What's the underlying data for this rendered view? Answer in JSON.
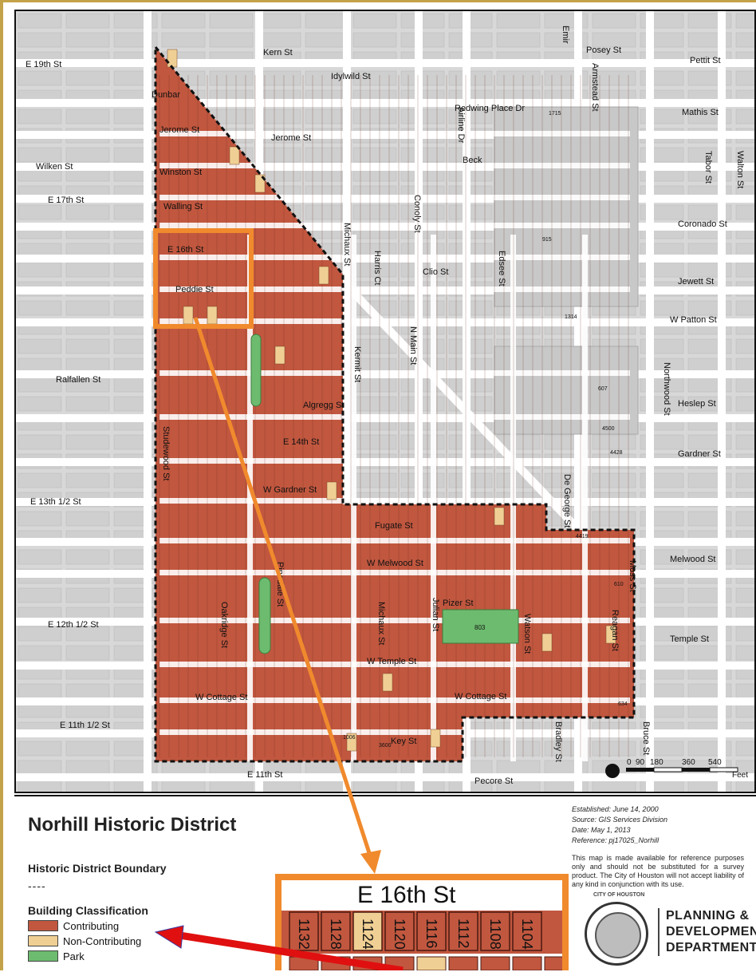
{
  "title": "Norhill Historic District",
  "legend": {
    "boundary_heading": "Historic District Boundary",
    "boundary_symbol": "----",
    "classification_heading": "Building Classification",
    "items": [
      {
        "label": "Contributing",
        "color": "#c1573f"
      },
      {
        "label": "Non-Contributing",
        "color": "#f0cf94"
      },
      {
        "label": "Park",
        "color": "#6dbb6f"
      }
    ]
  },
  "notes": {
    "established": "Established: June 14, 2000",
    "source": "Source: GIS Services Division",
    "date": "Date: May 1, 2013",
    "reference": "Reference: pj17025_Norhill",
    "disclaimer": "This map is made available for reference purposes only and should not be substituted for a survey product. The City of Houston will not accept liability of any kind in conjunction with its use."
  },
  "department": {
    "line1": "PLANNING &",
    "line2": "DEVELOPMENT",
    "line3": "DEPARTMENT",
    "seal_text": "CITY OF HOUSTON"
  },
  "zoom": {
    "label": "E 16th St",
    "parcels": [
      "1132",
      "1128",
      "1124",
      "1120",
      "1116",
      "1112",
      "1108",
      "1104"
    ]
  },
  "scale": {
    "ticks": [
      "0",
      "90",
      "180",
      "360",
      "540"
    ],
    "unit": "Feet"
  },
  "streets": {
    "horizontal": [
      "E 19th St",
      "Kern St",
      "Idylwild St",
      "Posey St",
      "Pettit St",
      "Dunbar",
      "Redwing Place Dr",
      "Mathis St",
      "Jerome St",
      "Jerome St",
      "Wilken St",
      "Beck",
      "Winston St",
      "E 17th St",
      "Walling St",
      "Coronado St",
      "E 16th St",
      "Clio St",
      "Jewett St",
      "Peddie St",
      "W Patton St",
      "Ralfallen St",
      "Heslep St",
      "Algregg St",
      "E 14th St",
      "Gardner St",
      "W Gardner St",
      "E 13th 1/2 St",
      "Fugate St",
      "W Melwood St",
      "Melwood St",
      "Pizer St",
      "E 12th 1/2 St",
      "Temple St",
      "W Temple St",
      "W Cottage St",
      "W Cottage St",
      "E 11th 1/2 St",
      "Key St",
      "E 11th St",
      "Pecore St"
    ],
    "vertical": [
      "Emir",
      "Airline Dr",
      "Armstead St",
      "Tabor St",
      "Walton St",
      "Conoly St",
      "Edsee St",
      "Harris Ct",
      "Michaux St",
      "N Main St",
      "Kermit St",
      "Northwood St",
      "Studewood St",
      "De George St",
      "Oakridge St",
      "Pinedale St",
      "Michaux St",
      "Julian St",
      "Watson St",
      "Reagan St",
      "Moss St",
      "Bruce St",
      "Bradley St"
    ]
  },
  "parks": {
    "block_label": "803"
  },
  "blocks": {
    "labels": [
      "4419",
      "610",
      "634",
      "3600",
      "1006",
      "607",
      "4500",
      "4428",
      "1314",
      "915",
      "1715"
    ]
  }
}
